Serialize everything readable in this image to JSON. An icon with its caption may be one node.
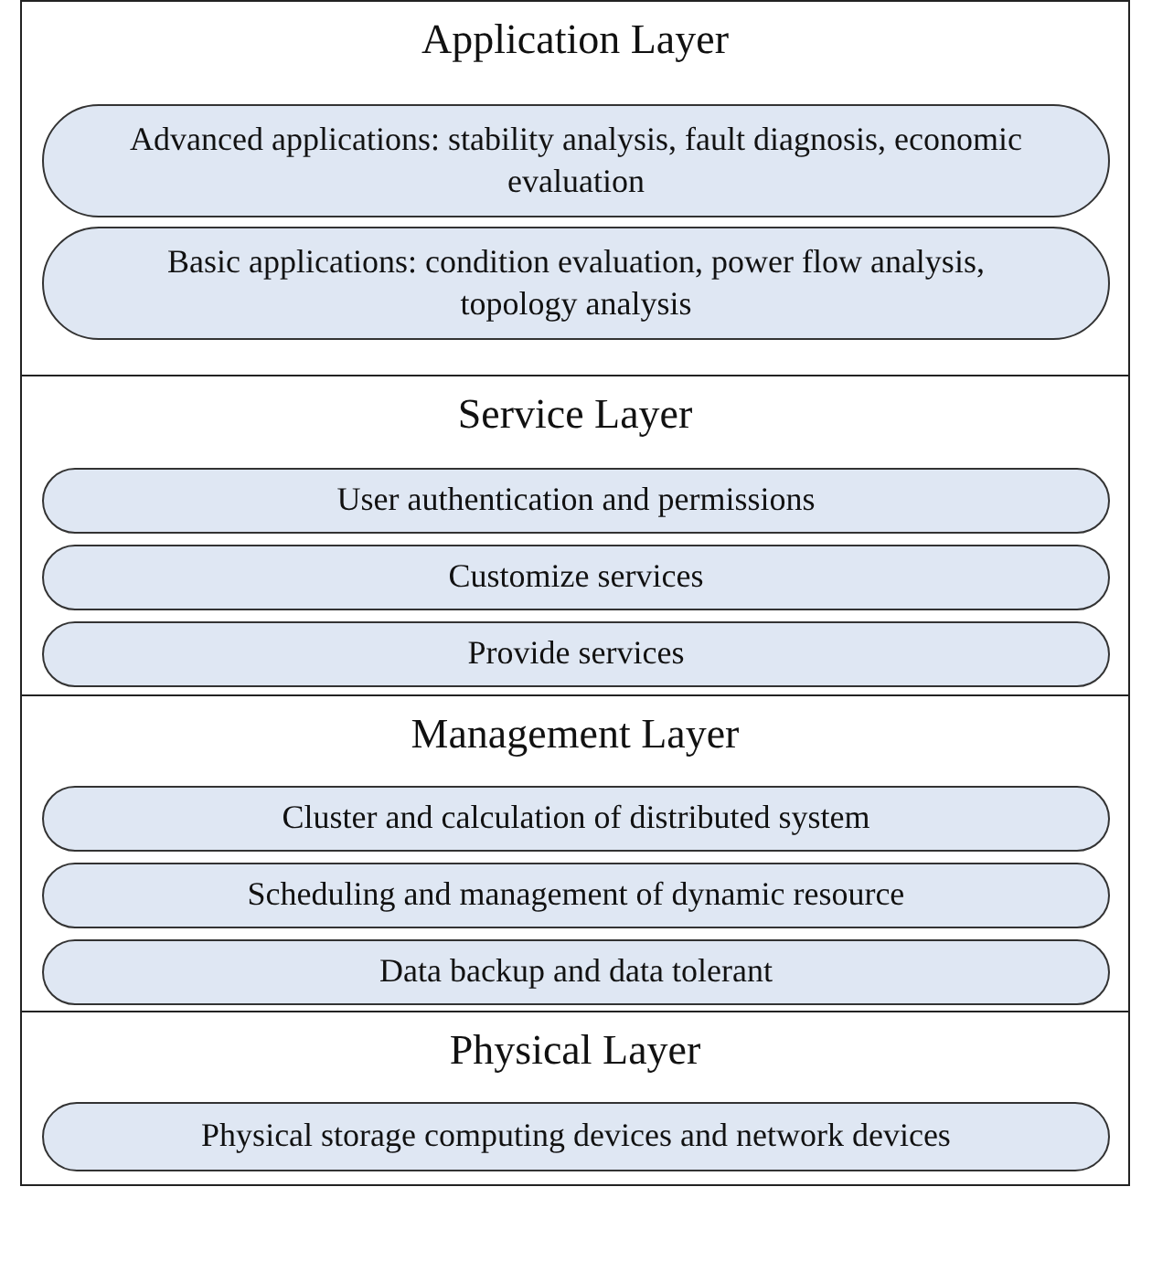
{
  "diagram": {
    "nodes": [
      {
        "text": [
          "Application Layer"
        ]
      },
      {
        "text": [
          "Advanced applications: stability analysis, fault diagnosis, economic evaluation"
        ],
        "in": 0
      },
      {
        "text": [
          "Basic applications: condition evaluation, power flow analysis, topology analysis"
        ],
        "in": 0
      },
      {
        "text": [
          "Service Layer"
        ]
      },
      {
        "text": [
          "User authentication and permissions"
        ],
        "in": 3
      },
      {
        "text": [
          "Customize services"
        ],
        "in": 3
      },
      {
        "text": [
          "Provide services"
        ],
        "in": 3
      },
      {
        "text": [
          "Management Layer"
        ]
      },
      {
        "text": [
          "Cluster and calculation of distributed system"
        ],
        "in": 7
      },
      {
        "text": [
          "Scheduling and management of dynamic resource"
        ],
        "in": 7
      },
      {
        "text": [
          "Data backup and data tolerant"
        ],
        "in": 7
      },
      {
        "text": [
          "Physical Layer"
        ]
      },
      {
        "text": [
          "Physical storage computing devices and network devices"
        ],
        "in": 11
      }
    ]
  }
}
